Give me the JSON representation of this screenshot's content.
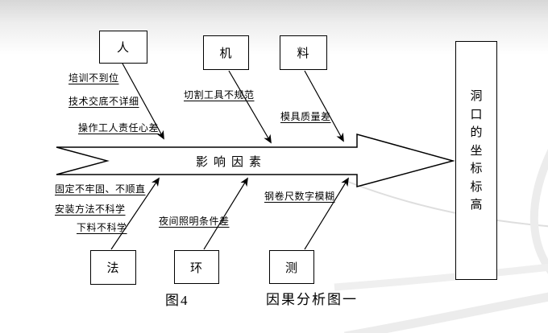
{
  "slide": {
    "figure_label": "图4",
    "diagram_title": "因果分析图一"
  },
  "fishbone": {
    "spine_label": "影响因素",
    "effect_label": "洞口的坐标标高",
    "category_boxes": [
      {
        "label": "人"
      },
      {
        "label": "机"
      },
      {
        "label": "料"
      },
      {
        "label": "法"
      },
      {
        "label": "环"
      },
      {
        "label": "测"
      }
    ],
    "causes": [
      {
        "text": "培训不到位",
        "branch": "人"
      },
      {
        "text": "技术交底不详细",
        "branch": "人"
      },
      {
        "text": "操作工人责任心差",
        "branch": "人"
      },
      {
        "text": "切割工具不规范",
        "branch": "机"
      },
      {
        "text": "模具质量差",
        "branch": "料"
      },
      {
        "text": "固定不牢固、不顺直",
        "branch": "法"
      },
      {
        "text": "安装方法不科学",
        "branch": "法"
      },
      {
        "text": "下料不科学",
        "branch": "法"
      },
      {
        "text": "夜间照明条件差",
        "branch": "环"
      },
      {
        "text": "钢卷尺数字模糊",
        "branch": "测"
      }
    ],
    "colors": {
      "background_top": "#d7d7d7",
      "swoosh": "#ececec",
      "ink": "#000000",
      "fill": "#ffffff"
    }
  }
}
